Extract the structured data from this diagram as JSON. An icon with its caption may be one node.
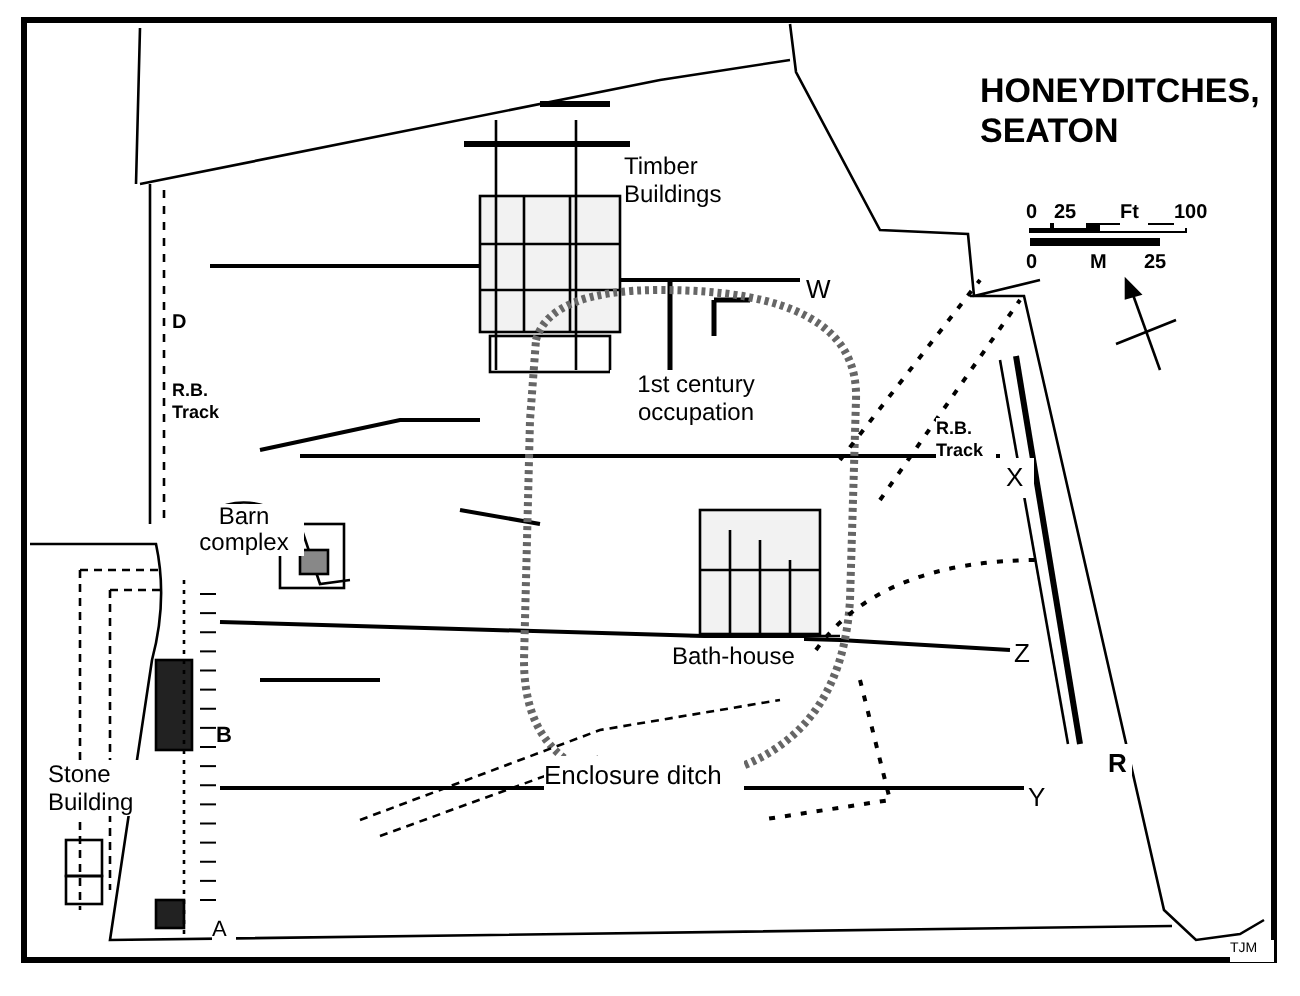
{
  "diagram": {
    "title": "HONEYDITCHES, SEATON",
    "labels": [
      "0",
      "25",
      "Ft",
      "100",
      "0",
      "M",
      "25",
      "Timber Buildings",
      "W",
      "D",
      "R.B. Track",
      "1st century occupation",
      "R.B. Track",
      "X",
      "Barn complex",
      "Bath-house",
      "Z",
      "B",
      "Stone Building",
      "R",
      "Enclosure ditch",
      "Y",
      "A",
      "TJM"
    ]
  }
}
